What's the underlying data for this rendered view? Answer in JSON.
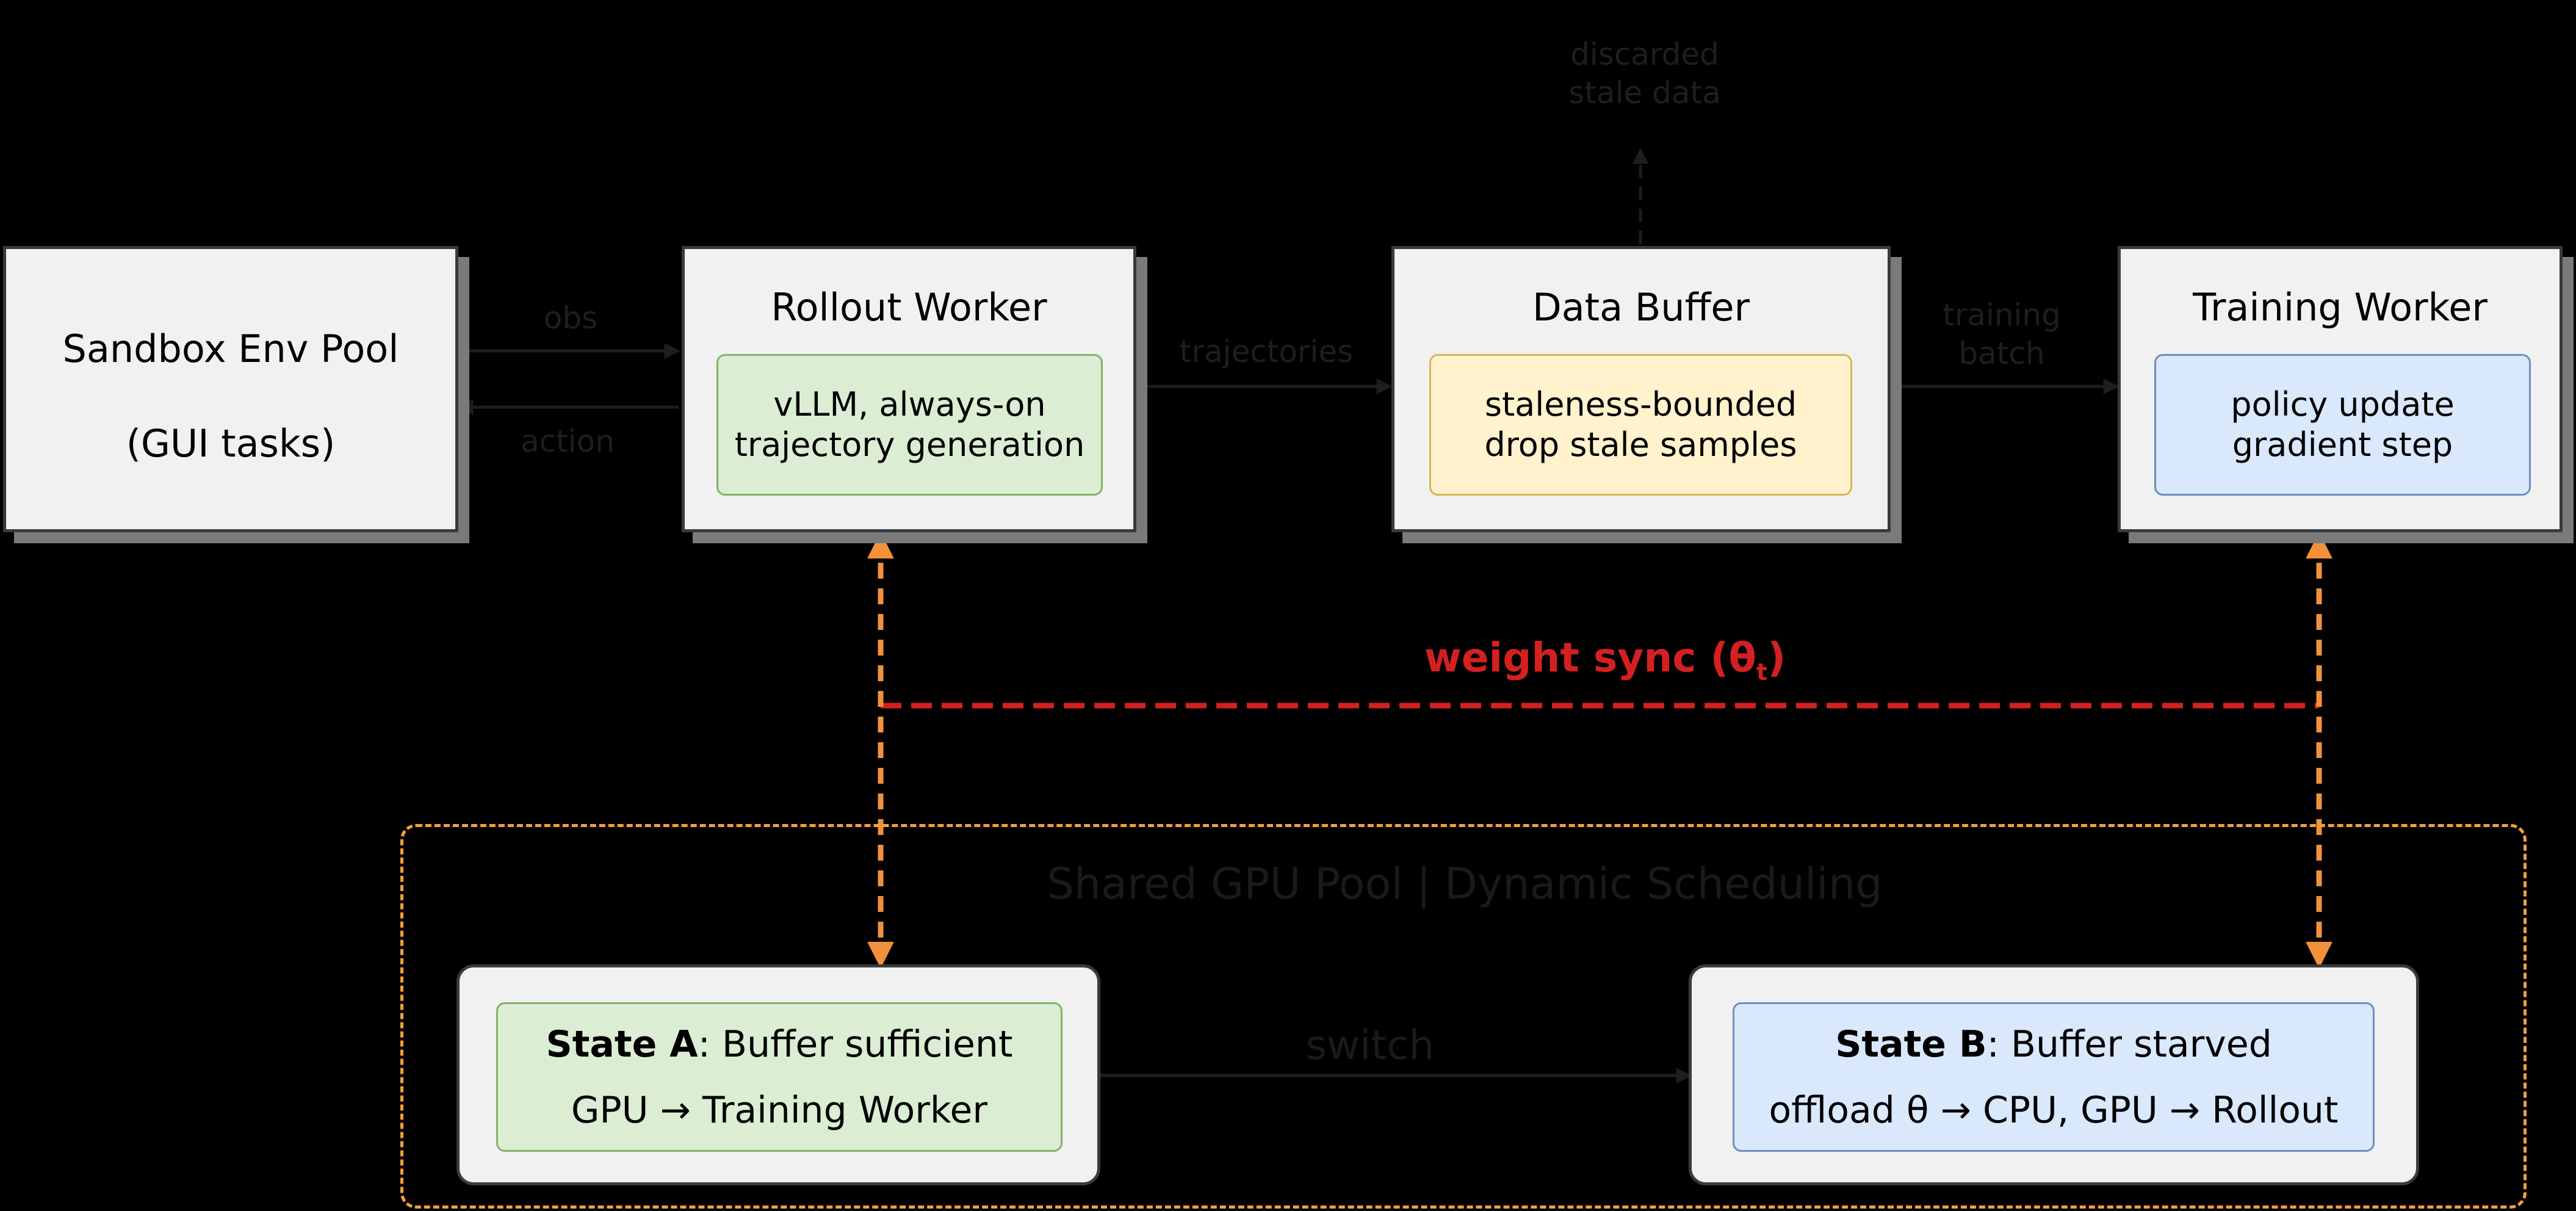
{
  "colors": {
    "background": "#000000",
    "box_fill": "#f1f1f1",
    "green_fill": "#dbeed3",
    "yellow_fill": "#fff2cc",
    "blue_fill": "#dae8fc",
    "orange_arrow": "#f2913a",
    "weight_sync_red": "#d42020",
    "dim_text": "#1e1e1e"
  },
  "nodes": {
    "sandbox": {
      "title": "Sandbox Env Pool",
      "subtitle": "(GUI tasks)"
    },
    "rollout": {
      "title": "Rollout Worker",
      "inner_line1": "vLLM, always-on",
      "inner_line2": "trajectory generation"
    },
    "buffer": {
      "title": "Data Buffer",
      "inner_line1": "staleness-bounded",
      "inner_line2": "drop stale samples"
    },
    "training": {
      "title": "Training Worker",
      "inner_line1": "policy update",
      "inner_line2": "gradient step"
    }
  },
  "edges": {
    "obs": "obs",
    "action": "action",
    "trajectories": "trajectories",
    "training_batch_line1": "training",
    "training_batch_line2": "batch",
    "discarded_line1": "discarded",
    "discarded_line2": "stale data"
  },
  "weight_sync": {
    "label": "weight sync (θ",
    "subscript": "t",
    "close": ")"
  },
  "pool": {
    "title": "Shared GPU Pool | Dynamic Scheduling"
  },
  "switch_label": "switch",
  "state_a": {
    "name": "State A",
    "desc": ": Buffer sufficient",
    "line2": "GPU → Training Worker"
  },
  "state_b": {
    "name": "State B",
    "desc": ": Buffer starved",
    "line2": "offload θ → CPU,  GPU → Rollout"
  }
}
